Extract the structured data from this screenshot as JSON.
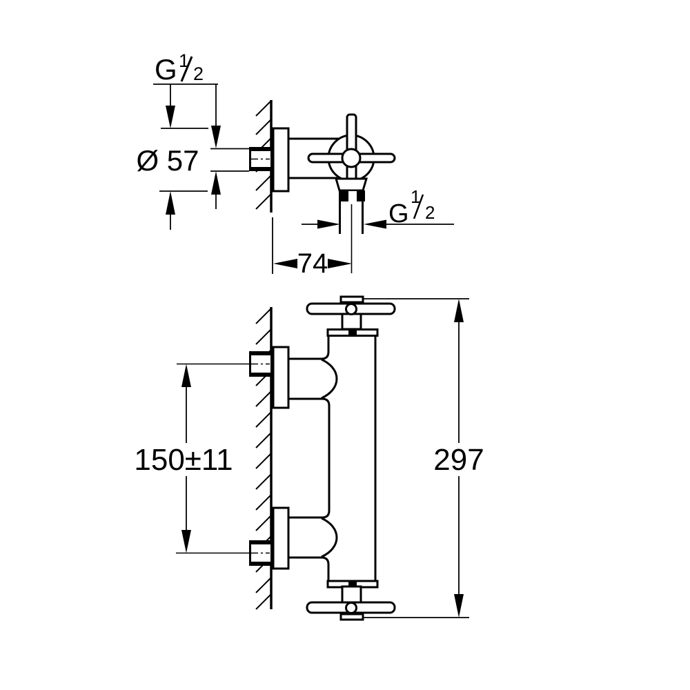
{
  "drawing": {
    "type": "technical-dimension-drawing",
    "background_color": "#ffffff",
    "line_color": "#000000",
    "views": {
      "top_view": {
        "description": "shower mixer seen from above: wall connection with flange, valve body and cross handle, downward outlet pipe",
        "labels": {
          "wall_thread": {
            "prefix": "G",
            "numerator": "1",
            "denominator": "2"
          },
          "flange_diameter": "Ø 57",
          "outlet_thread": {
            "prefix": "G",
            "numerator": "1",
            "denominator": "2"
          },
          "wall_to_outlet_center": "74"
        }
      },
      "front_view": {
        "description": "shower mixer seen from the side: wall with two S-union connections, vertical body, cross handles top and bottom",
        "labels": {
          "connection_spacing": "150±11",
          "overall_height": "297"
        }
      }
    }
  }
}
